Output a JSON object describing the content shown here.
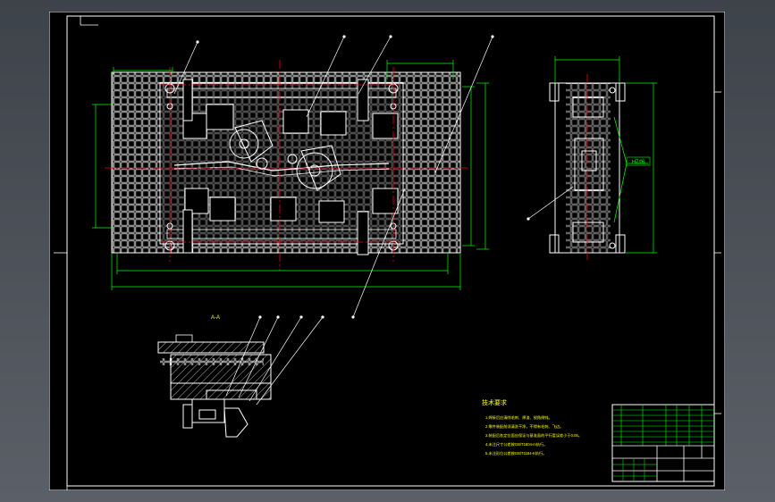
{
  "drawing": {
    "section_label": "A-A",
    "side_view_dimension": "H7/f6",
    "tech_req_title": "技术要求",
    "tech_req_lines": [
      "1.焊接后应清除毛刺、焊渣、锐角倒钝。",
      "2.零件装配前须清洗干净，不得有毛刺、飞边。",
      "3.装配后各定位面应保证与基准面的平行度误差小于0.05。",
      "4.未注尺寸公差按GB/T1804-m执行。",
      "5.未注形位公差按GB/T1184-K执行。"
    ]
  },
  "colors": {
    "background": "#000000",
    "outline": "#ffffff",
    "dimension": "#00ff00",
    "centerline": "#ff0000",
    "text": "#ffff00",
    "frame": "#ffffff"
  }
}
